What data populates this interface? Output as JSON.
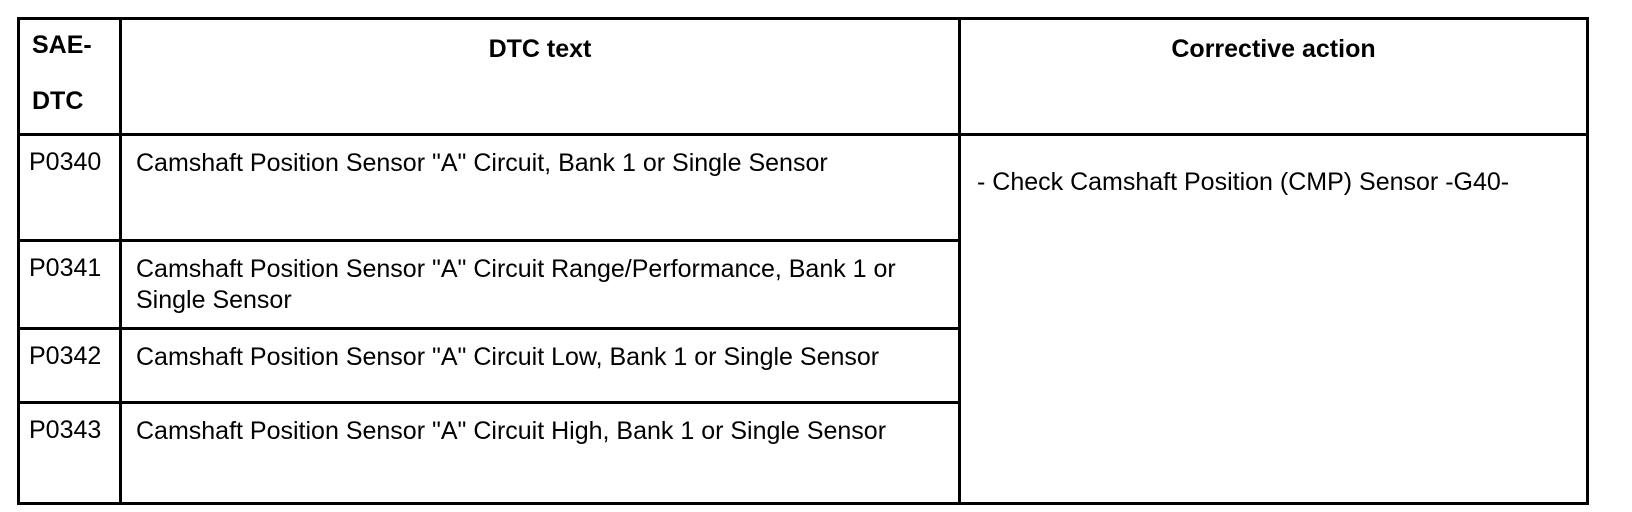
{
  "document": {
    "kind": "diagnostic-trouble-code-table",
    "background_color": "#ffffff",
    "text_color": "#000000",
    "border_color": "#000000"
  },
  "table": {
    "headers": {
      "code_line_1": "SAE-",
      "code_line_2": "DTC",
      "dtc_text": "DTC text",
      "corrective_action": "Corrective action"
    },
    "rows": [
      {
        "code": "P0340",
        "dtc_text": "Camshaft Position Sensor \"A\" Circuit, Bank 1 or Single Sensor"
      },
      {
        "code": "P0341",
        "dtc_text": "Camshaft Position Sensor \"A\" Circuit Range/Performance, Bank 1 or Single Sensor"
      },
      {
        "code": "P0342",
        "dtc_text": "Camshaft Position Sensor \"A\" Circuit Low, Bank 1 or Single Sensor"
      },
      {
        "code": "P0343",
        "dtc_text": "Camshaft Position Sensor \"A\" Circuit High, Bank 1 or Single Sensor"
      }
    ],
    "corrective_action": "- Check Camshaft Position (CMP) Sensor -G40-"
  }
}
